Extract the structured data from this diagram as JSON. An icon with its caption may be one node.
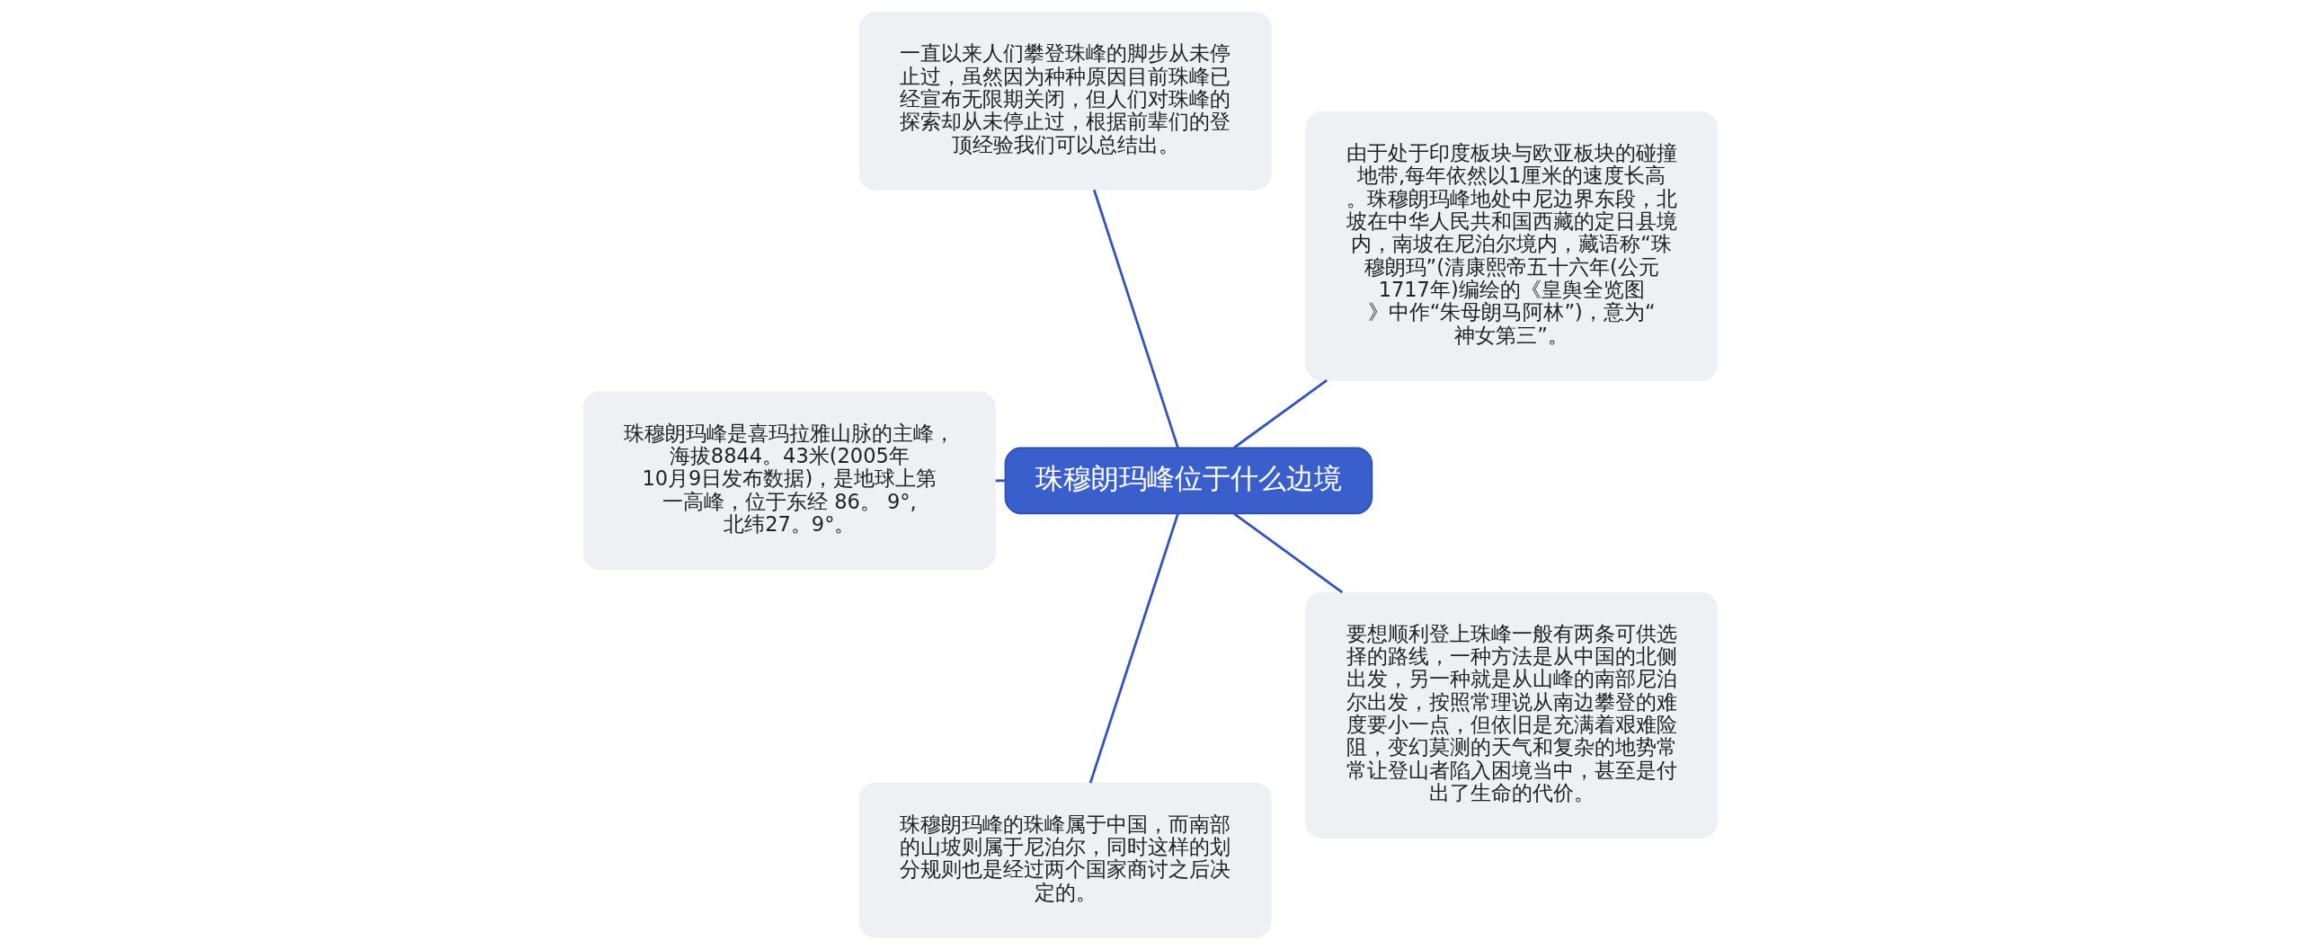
{
  "diagram": {
    "nodes": [
      {
        "text": [
          "珠穆朗玛峰位于什么边境"
        ]
      },
      {
        "text": [
          "由于处于印度板块与欧亚板块的碰撞地带,每年依然以1厘米的速度长高。珠穆朗玛峰地处中尼边界东段，北坡在中华人民共和国西藏的定日县境内，南坡在尼泊尔境内，藏语称“珠穆朗玛”(清康熙帝五十六年(公元 1717年)编绘的《皇舆全览图》中作“朱母朗马阿林”)，意为“神女第三”。"
        ]
      },
      {
        "text": [
          "一直以来人们攀登珠峰的脚步从未停止过，虽然因为种种原因目前珠峰已经宣布无限期关闭，但人们对珠峰的探索却从未停止过，根据前辈们的登顶经验我们可以总结出。"
        ]
      },
      {
        "text": [
          "珠穆朗玛峰是喜玛拉雅山脉的主峰，海拔8844。43米(2005年10月9日发布数据)，是地球上第一高峰，位于东经 86。 9°,北纬27。9°。"
        ]
      },
      {
        "text": [
          "珠穆朗玛峰的珠峰属于中国，而南部的山坡则属于尼泊尔，同时这样的划分规则也是经过两个国家商讨之后决定的。"
        ]
      },
      {
        "text": [
          "要想顺利登上珠峰一般有两条可供选择的路线，一种方法是从中国的北侧出发，另一种就是从山峰的南部尼泊尔出发，按照常理说从南边攀登的难度要小一点，但依旧是充满着艰难险阻，变幻莫测的天气和复杂的地势常常让登山者陷入困境当中，甚至是付出了生命的代价。"
        ]
      }
    ],
    "edges": [
      {
        "from": 0,
        "to": 1,
        "arrow": "none"
      },
      {
        "from": 0,
        "to": 2,
        "arrow": "none"
      },
      {
        "from": 0,
        "to": 3,
        "arrow": "none"
      },
      {
        "from": 0,
        "to": 4,
        "arrow": "none"
      },
      {
        "from": 0,
        "to": 5,
        "arrow": "none"
      }
    ]
  }
}
